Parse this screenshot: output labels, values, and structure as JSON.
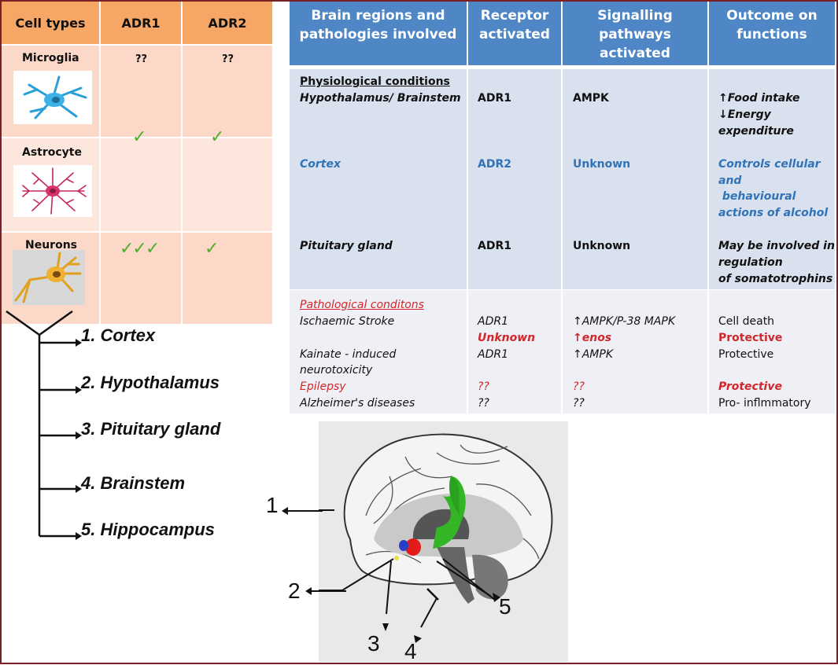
{
  "cell_table": {
    "headers": [
      "Cell types",
      "ADR1",
      "ADR2"
    ],
    "rows": [
      {
        "name": "Microglia",
        "adr1": "??",
        "adr2": "??"
      },
      {
        "name": "Astrocyte",
        "adr1": "✓",
        "adr2": "✓"
      },
      {
        "name": "Neurons",
        "adr1": "✓✓✓",
        "adr2": "✓"
      }
    ],
    "check_color": "#4caf2a",
    "header_color": "#f6a766"
  },
  "pathway_table": {
    "headers": [
      [
        "Brain regions and",
        "pathologies involved"
      ],
      [
        "Receptor",
        "activated"
      ],
      [
        "Signalling",
        "pathways",
        "activated"
      ],
      [
        "Outcome on",
        "functions"
      ]
    ],
    "header_color": "#4f86c6",
    "physiological": {
      "title": "Physiological conditions",
      "rows": [
        {
          "region": [
            "Hypothalamus/ Brainstem"
          ],
          "receptor": [
            "ADR1"
          ],
          "pathway": [
            "AMPK"
          ],
          "outcome": [
            "↑Food intake",
            " ↓Energy",
            "expenditure"
          ],
          "color": "black"
        },
        {
          "region": [
            "Cortex"
          ],
          "receptor": [
            "ADR2"
          ],
          "pathway": [
            "Unknown"
          ],
          "outcome": [
            "Controls cellular",
            "and",
            " behavioural",
            "actions of alcohol"
          ],
          "color": "blue"
        },
        {
          "region": [
            "Pituitary gland"
          ],
          "receptor": [
            "ADR1"
          ],
          "pathway": [
            "Unknown"
          ],
          "outcome": [
            "May be involved in",
            "regulation",
            "of somatotrophins"
          ],
          "color": "black"
        }
      ]
    },
    "pathological": {
      "title": "Pathological conditons",
      "lines": [
        {
          "region": "Ischaemic Stroke",
          "receptor": "ADR1",
          "pathway": "↑AMPK/P-38 MAPK",
          "outcome": "Cell death",
          "color": "black"
        },
        {
          "region": "",
          "receptor": "Unknown",
          "pathway": "↑enos",
          "outcome": "Protective",
          "color": "red"
        },
        {
          "region": "Kainate - induced",
          "receptor": "ADR1",
          "pathway": "↑AMPK",
          "outcome": "Protective",
          "color": "black"
        },
        {
          "region": "neurotoxicity",
          "receptor": "",
          "pathway": "",
          "outcome": "",
          "color": "black"
        },
        {
          "region": "Epilepsy",
          "receptor": "??",
          "pathway": "??",
          "outcome": "Protective",
          "color": "red"
        },
        {
          "region": "Alzheimer's diseases",
          "receptor": "??",
          "pathway": "??",
          "outcome": "Pro- inflmmatory",
          "color": "black"
        }
      ]
    }
  },
  "regions": [
    "1. Cortex",
    "2. Hypothalamus",
    "3. Pituitary gland",
    "4. Brainstem",
    "5. Hippocampus"
  ],
  "brain_labels": [
    "1",
    "2",
    "3",
    "4",
    "5"
  ],
  "colors": {
    "blue_text": "#2f73b8",
    "red_text": "#d0282a",
    "frame": "#7a1f25"
  }
}
